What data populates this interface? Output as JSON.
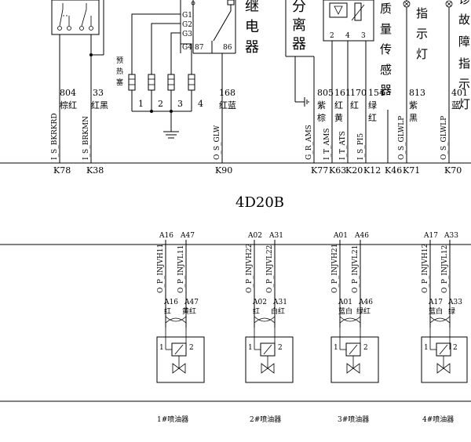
{
  "diagram": {
    "model": "4D20B",
    "labels": {
      "preheat_plug": "预热塞",
      "relay": "继电器",
      "separator": "分离器",
      "quality_sensor": "质量传感器",
      "indicator_lamp": "指示灯",
      "fault_lamp": "故障指示灯"
    },
    "relay_pins": [
      "G1",
      "G2",
      "G3",
      "G4",
      "87",
      "86"
    ],
    "plug_numbers": [
      "1",
      "2",
      "3",
      "4"
    ],
    "sensor_pins": [
      "2",
      "4",
      "3"
    ],
    "top_wires": [
      {
        "num": "804",
        "color": "棕红",
        "signal": "I_S_BKRKRD",
        "conn": "K78"
      },
      {
        "num": "33",
        "color": "红黑",
        "signal": "I_S_BRKMN",
        "conn": "K38"
      },
      {
        "num": "168",
        "color": "红蓝",
        "signal": "O_S_GLW",
        "conn": "K90"
      },
      {
        "num": "805",
        "color": "紫棕",
        "signal": "G_R_AMS",
        "conn": "K77"
      },
      {
        "num": "161",
        "color": "红黄",
        "signal": "I_T_AMS",
        "conn": "K63"
      },
      {
        "num": "170",
        "color": "红",
        "signal": "I_T_ATS",
        "conn": "K20"
      },
      {
        "num": "154",
        "color": "绿红",
        "signal": "I_S_PI5",
        "conn": "K12"
      },
      {
        "num": "",
        "color": "",
        "signal": "",
        "conn": "K46"
      },
      {
        "num": "813",
        "color": "紫黑",
        "signal": "O_S_GLWLP",
        "conn": "K71"
      },
      {
        "num": "401",
        "color": "蓝",
        "signal": "O_S_GLWLP",
        "conn": "K70"
      }
    ],
    "injectors": [
      {
        "name": "1#喷油器",
        "pins": [
          "A16",
          "A47"
        ],
        "signals": [
          "O_P_INJVH11",
          "O_P_INJVL11"
        ],
        "colors": [
          "红",
          "黄红"
        ],
        "terminals": [
          "1",
          "2"
        ]
      },
      {
        "name": "2#喷油器",
        "pins": [
          "A02",
          "A31"
        ],
        "signals": [
          "O_P_INJVH22",
          "O_P_INJVL22"
        ],
        "colors": [
          "红",
          "白红"
        ],
        "terminals": [
          "1",
          "2"
        ]
      },
      {
        "name": "3#喷油器",
        "pins": [
          "A01",
          "A46"
        ],
        "signals": [
          "O_P_INJVH21",
          "O_P_INJVL21"
        ],
        "colors": [
          "蓝白",
          "绿红"
        ],
        "terminals": [
          "1",
          "2"
        ]
      },
      {
        "name": "4#喷油器",
        "pins": [
          "A17",
          "A33"
        ],
        "signals": [
          "O_P_INJVH12",
          "O_P_INJVL12"
        ],
        "colors": [
          "蓝白",
          "绿"
        ],
        "terminals": [
          "1",
          "2"
        ]
      }
    ]
  }
}
